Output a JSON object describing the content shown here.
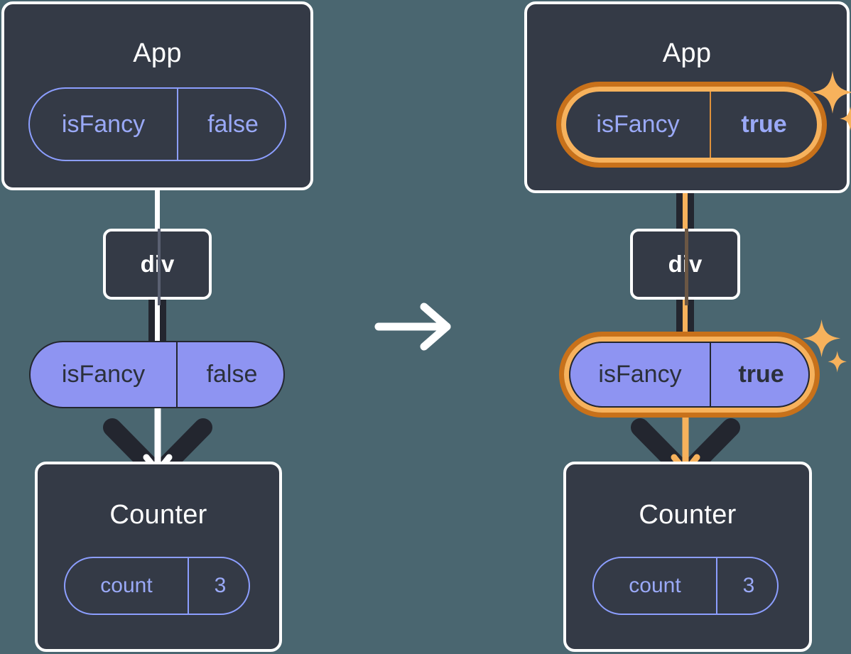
{
  "diagram": {
    "title_semantic": "react-state-propagation-before-after",
    "background_color": "#4a6670",
    "transition_arrow": "arrow-right"
  },
  "left": {
    "app_box": {
      "label": "App"
    },
    "app_state_pill": {
      "name": "isFancy",
      "value": "false",
      "highlighted": false
    },
    "div_node": {
      "label": "div"
    },
    "prop_pill": {
      "name": "isFancy",
      "value": "false",
      "highlighted": false
    },
    "counter_box": {
      "label": "Counter"
    },
    "counter_state_pill": {
      "name": "count",
      "value": "3",
      "highlighted": false
    }
  },
  "right": {
    "app_box": {
      "label": "App"
    },
    "app_state_pill": {
      "name": "isFancy",
      "value": "true",
      "highlighted": true
    },
    "div_node": {
      "label": "div"
    },
    "prop_pill": {
      "name": "isFancy",
      "value": "true",
      "highlighted": true
    },
    "counter_box": {
      "label": "Counter"
    },
    "counter_state_pill": {
      "name": "count",
      "value": "3",
      "highlighted": true
    },
    "sparkle_top": "sparkle-icon",
    "sparkle_bottom": "sparkle-icon"
  },
  "colors": {
    "panel_fill": "#343a46",
    "panel_border": "#ffffff",
    "pill_purple": "#8e94f2",
    "pill_outline": "#8c9eff",
    "text_purple": "#9aa9f7",
    "highlight_outer": "#c8711a",
    "highlight_inner": "#f7b25c",
    "connector_dark": "#23262f"
  }
}
